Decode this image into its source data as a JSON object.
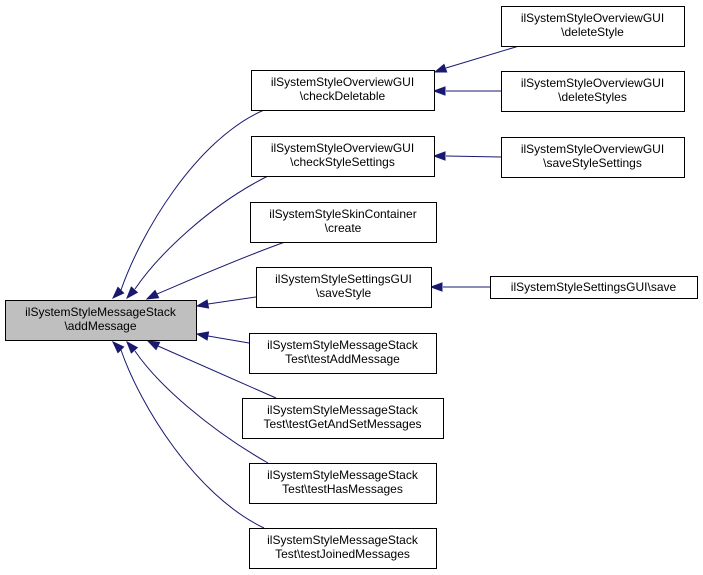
{
  "nodes": [
    {
      "id": "root",
      "lines": [
        "ilSystemStyleMessageStack",
        "\\addMessage"
      ],
      "highlight": true
    },
    {
      "id": "checkDeletable",
      "lines": [
        "ilSystemStyleOverviewGUI",
        "\\checkDeletable"
      ]
    },
    {
      "id": "checkStyleSettings",
      "lines": [
        "ilSystemStyleOverviewGUI",
        "\\checkStyleSettings"
      ]
    },
    {
      "id": "create",
      "lines": [
        "ilSystemStyleSkinContainer",
        "\\create"
      ]
    },
    {
      "id": "saveStyle",
      "lines": [
        "ilSystemStyleSettingsGUI",
        "\\saveStyle"
      ]
    },
    {
      "id": "testAddMessage",
      "lines": [
        "ilSystemStyleMessageStack",
        "Test\\testAddMessage"
      ]
    },
    {
      "id": "testGetAndSetMessages",
      "lines": [
        "ilSystemStyleMessageStack",
        "Test\\testGetAndSetMessages"
      ]
    },
    {
      "id": "testHasMessages",
      "lines": [
        "ilSystemStyleMessageStack",
        "Test\\testHasMessages"
      ]
    },
    {
      "id": "testJoinedMessages",
      "lines": [
        "ilSystemStyleMessageStack",
        "Test\\testJoinedMessages"
      ]
    },
    {
      "id": "deleteStyle",
      "lines": [
        "ilSystemStyleOverviewGUI",
        "\\deleteStyle"
      ]
    },
    {
      "id": "deleteStyles",
      "lines": [
        "ilSystemStyleOverviewGUI",
        "\\deleteStyles"
      ]
    },
    {
      "id": "saveStyleSettings",
      "lines": [
        "ilSystemStyleOverviewGUI",
        "\\saveStyleSettings"
      ]
    },
    {
      "id": "save",
      "lines": [
        "ilSystemStyleSettingsGUI\\save"
      ]
    }
  ],
  "edges": [
    {
      "from": "checkDeletable",
      "to": "root"
    },
    {
      "from": "checkStyleSettings",
      "to": "root"
    },
    {
      "from": "create",
      "to": "root"
    },
    {
      "from": "saveStyle",
      "to": "root"
    },
    {
      "from": "testAddMessage",
      "to": "root"
    },
    {
      "from": "testGetAndSetMessages",
      "to": "root"
    },
    {
      "from": "testHasMessages",
      "to": "root"
    },
    {
      "from": "testJoinedMessages",
      "to": "root"
    },
    {
      "from": "deleteStyle",
      "to": "checkDeletable"
    },
    {
      "from": "deleteStyles",
      "to": "checkDeletable"
    },
    {
      "from": "saveStyleSettings",
      "to": "checkStyleSettings"
    },
    {
      "from": "save",
      "to": "saveStyle"
    }
  ],
  "colors": {
    "edge": "#191970",
    "root_fill": "#bfbfbf",
    "node_fill": "#ffffff",
    "node_border": "#000000"
  }
}
